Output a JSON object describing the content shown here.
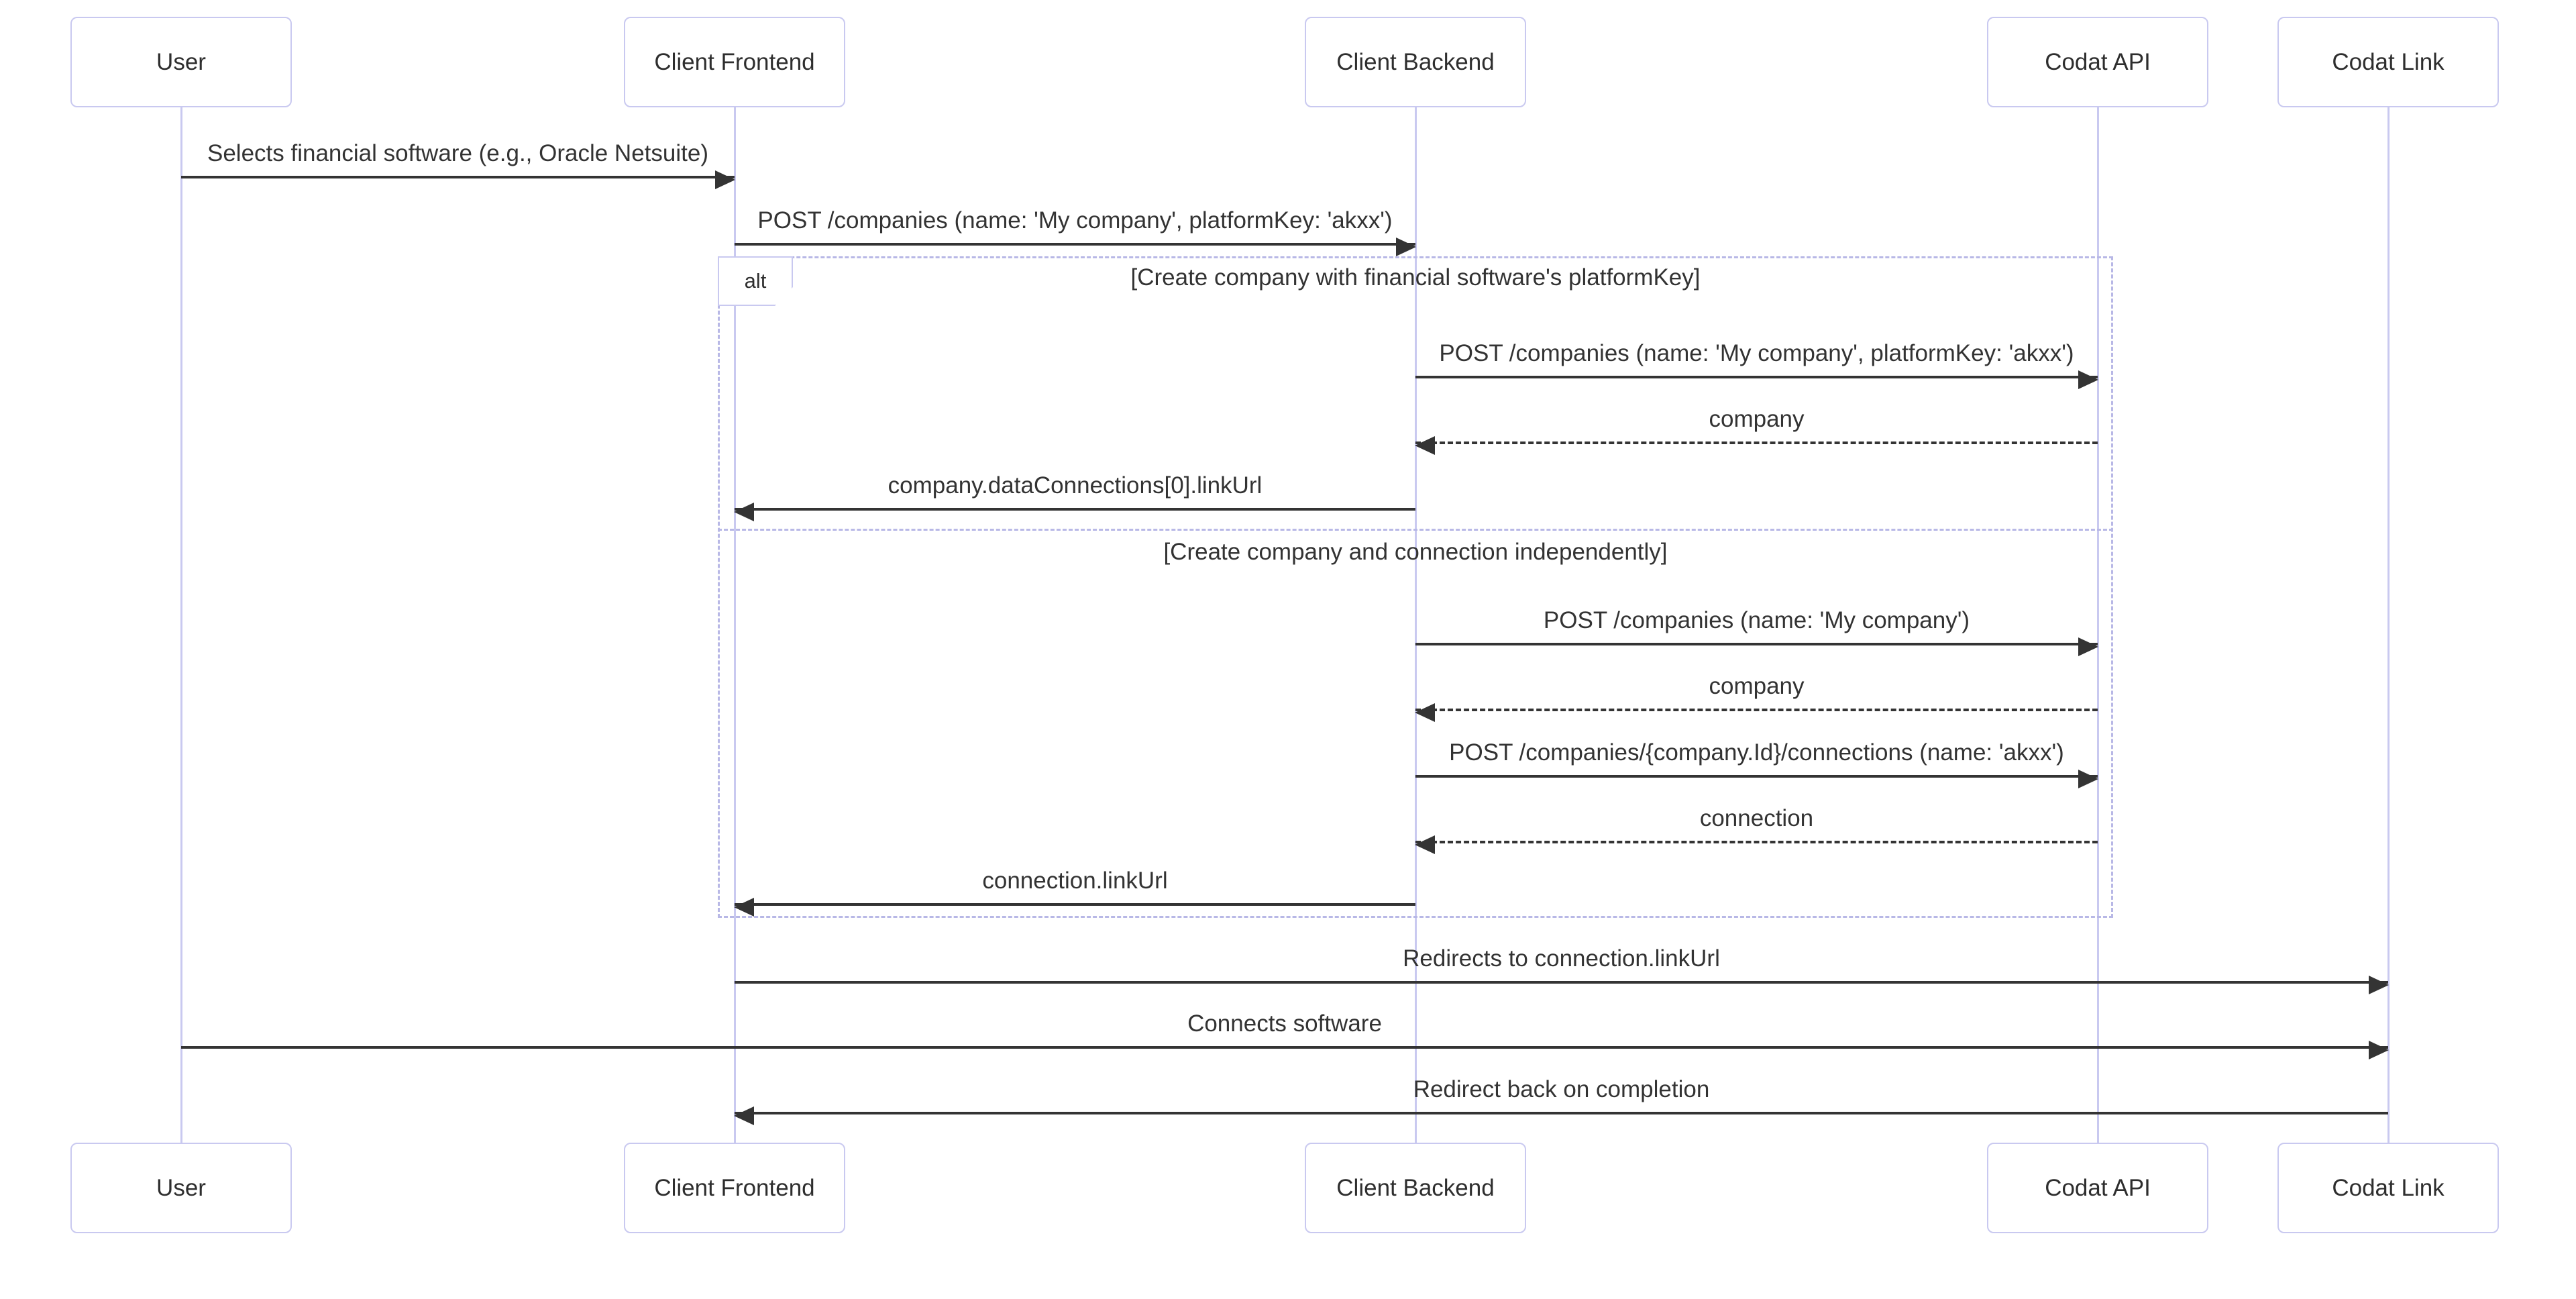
{
  "diagram_type": "sequence-diagram",
  "actors": [
    "User",
    "Client Frontend",
    "Client Backend",
    "Codat API",
    "Codat Link"
  ],
  "alt_block": {
    "label": "alt",
    "branch_conditions": [
      "[Create company with financial software's platformKey]",
      "[Create company and connection independently]"
    ]
  },
  "messages": [
    {
      "from": "User",
      "to": "Client Frontend",
      "style": "solid",
      "text": "Selects financial software (e.g., Oracle Netsuite)"
    },
    {
      "from": "Client Frontend",
      "to": "Client Backend",
      "style": "solid",
      "text": "POST /companies (name: 'My company', platformKey: 'akxx')"
    },
    {
      "from": "Client Backend",
      "to": "Codat API",
      "style": "solid",
      "text": "POST /companies (name: 'My company', platformKey: 'akxx')"
    },
    {
      "from": "Codat API",
      "to": "Client Backend",
      "style": "dashed",
      "text": "company"
    },
    {
      "from": "Client Backend",
      "to": "Client Frontend",
      "style": "solid",
      "text": "company.dataConnections[0].linkUrl"
    },
    {
      "from": "Client Backend",
      "to": "Codat API",
      "style": "solid",
      "text": "POST /companies (name: 'My company')"
    },
    {
      "from": "Codat API",
      "to": "Client Backend",
      "style": "dashed",
      "text": "company"
    },
    {
      "from": "Client Backend",
      "to": "Codat API",
      "style": "solid",
      "text": "POST /companies/{company.Id}/connections (name: 'akxx')"
    },
    {
      "from": "Codat API",
      "to": "Client Backend",
      "style": "dashed",
      "text": "connection"
    },
    {
      "from": "Client Backend",
      "to": "Client Frontend",
      "style": "solid",
      "text": "connection.linkUrl"
    },
    {
      "from": "Client Frontend",
      "to": "Codat Link",
      "style": "solid",
      "text": "Redirects to connection.linkUrl"
    },
    {
      "from": "User",
      "to": "Codat Link",
      "style": "solid",
      "text": "Connects software"
    },
    {
      "from": "Codat Link",
      "to": "Client Frontend",
      "style": "solid",
      "text": "Redirect back on completion"
    }
  ],
  "colors": {
    "background": "#ffffff",
    "actor_border": "#c9c9f0",
    "lifeline": "#c9c9f0",
    "frame_border": "#b8b8e6",
    "arrow": "#343434",
    "text": "#333333"
  }
}
